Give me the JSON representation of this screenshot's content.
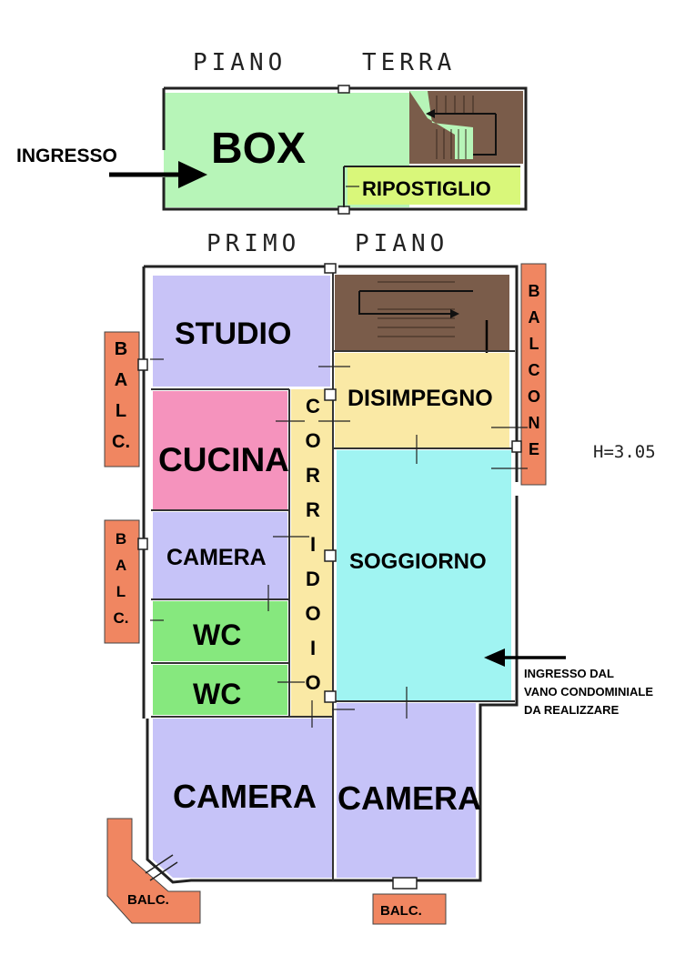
{
  "headings": {
    "ground_floor_1": "PIANO",
    "ground_floor_2": "TERRA",
    "first_floor_1": "PRIMO",
    "first_floor_2": "PIANO",
    "height": "H=3.05"
  },
  "ground_floor": {
    "entrance": "INGRESSO",
    "box": "BOX",
    "storage": "RIPOSTIGLIO"
  },
  "first_floor": {
    "studio": "STUDIO",
    "kitchen": "CUCINA",
    "corridor_letters": [
      "C",
      "O",
      "R",
      "R",
      "I",
      "D",
      "O",
      "I",
      "O"
    ],
    "landing": "DISIMPEGNO",
    "living": "SOGGIORNO",
    "bedroom_small": "CAMERA",
    "wc_1": "WC",
    "wc_2": "WC",
    "bedroom_left": "CAMERA",
    "bedroom_right": "CAMERA",
    "balcony_right_letters": [
      "B",
      "A",
      "L",
      "C",
      "O",
      "N",
      "E"
    ],
    "balcony_left_top_letters": [
      "B",
      "A",
      "L",
      "C."
    ],
    "balcony_left_mid_letters": [
      "B",
      "A",
      "L",
      "C."
    ],
    "balcony_bottom_left": "BALC.",
    "balcony_bottom_right": "BALC.",
    "entrance_note_1": "INGRESSO DAL",
    "entrance_note_2": "VANO CONDOMINIALE",
    "entrance_note_3": "DA REALIZZARE"
  },
  "colors": {
    "box": "#b7f5b8",
    "storage": "#d9f77a",
    "stairs": "#7a5c4a",
    "studio": "#c8c3f7",
    "kitchen": "#f593bd",
    "corridor": "#fae9a5",
    "landing": "#fae9a5",
    "living": "#a0f4f2",
    "bedroom": "#c6c3f8",
    "wc": "#86e87e",
    "balcony": "#f08661"
  }
}
